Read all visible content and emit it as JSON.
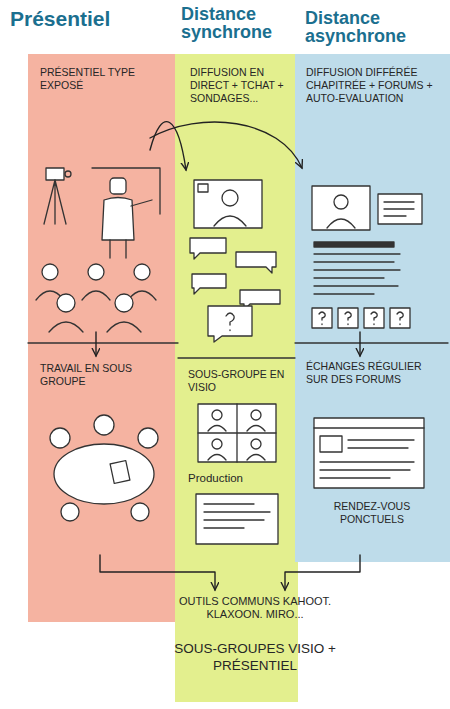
{
  "diagram": {
    "nodes": [
      {
        "text": [
          "Présentiel"
        ]
      },
      {
        "text": [
          "Distance synchrone"
        ]
      },
      {
        "text": [
          "Distance asynchrone"
        ]
      },
      {
        "text": [
          "PRÉSENTIEL TYPE EXPOSÉ"
        ],
        "in": 0
      },
      {
        "text": [
          "DIFFUSION EN DIRECT + TCHAT + SONDAGES..."
        ],
        "in": 1
      },
      {
        "text": [
          "DIFFUSION DIFFÉRÉE CHAPITRÉE + FORUMS + AUTO-EVALUATION"
        ],
        "in": 2
      },
      {
        "text": [
          "TRAVAIL EN SOUS GROUPE"
        ],
        "in": 0
      },
      {
        "text": [
          "SOUS-GROUPE EN VISIO",
          "Production"
        ],
        "in": 1
      },
      {
        "text": [
          "ÉCHANGES RÉGULIER SUR DES FORUMS",
          "RENDEZ-VOUS PONCTUELS"
        ],
        "in": 2
      },
      {
        "text": [
          "OUTILS COMMUNS KAHOOT. KLAXOON. MIRO...",
          "SOUS-GROUPES VISIO + PRÉSENTIEL"
        ],
        "in": 1
      }
    ],
    "edges": [
      {
        "from": 3,
        "to": 4,
        "arrow": "to"
      },
      {
        "from": 3,
        "to": 5,
        "arrow": "to"
      },
      {
        "from": 3,
        "to": 6,
        "arrow": "to"
      },
      {
        "from": 5,
        "to": 8,
        "arrow": "to"
      },
      {
        "from": 6,
        "to": 9,
        "arrow": "to"
      },
      {
        "from": 8,
        "to": 9,
        "arrow": "to"
      }
    ]
  }
}
